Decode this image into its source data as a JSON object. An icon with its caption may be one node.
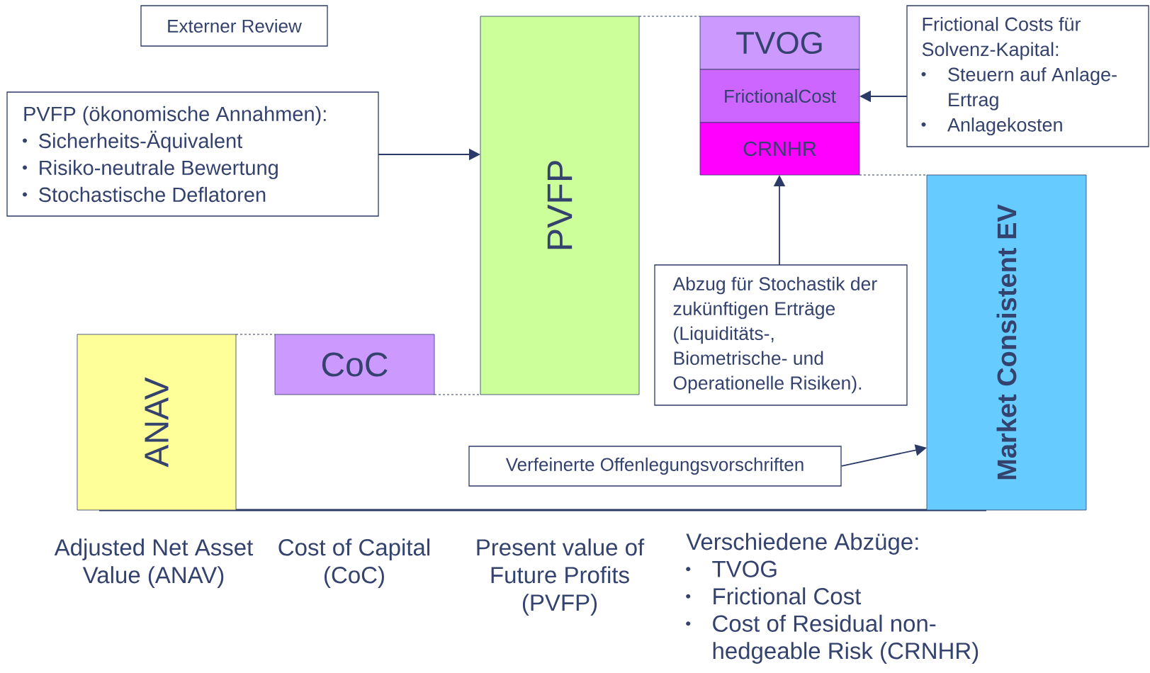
{
  "diagram": {
    "nodes": [
      {
        "text": [
          "Externer Review"
        ]
      },
      {
        "text": [
          "PVFP (ökonomische Annahmen):",
          "Sicherheits-Äquivalent",
          "Risiko-neutrale Bewertung",
          "Stochastische Deflatoren"
        ]
      },
      {
        "text": [
          "PVFP"
        ]
      },
      {
        "text": [
          "TVOG"
        ]
      },
      {
        "text": [
          "FrictionalCost"
        ]
      },
      {
        "text": [
          "CRNHR"
        ]
      },
      {
        "text": [
          "Frictional Costs für Solvenz-Kapital:",
          "Steuern auf Anlage- Ertrag",
          "Anlagekosten"
        ]
      },
      {
        "text": [
          "ANAV"
        ]
      },
      {
        "text": [
          "CoC"
        ]
      },
      {
        "text": [
          "Abzug für Stochastik der zukünftigen Erträge (Liquiditäts-, Biometrische- und Operationelle Risiken)."
        ]
      },
      {
        "text": [
          "Verfeinerte Offenlegungsvorschriften"
        ]
      },
      {
        "text": [
          "Market Consistent EV"
        ]
      }
    ],
    "edges": [
      {
        "from": 1,
        "to": 2,
        "arrow": "to"
      },
      {
        "from": 6,
        "to": 4,
        "arrow": "to"
      },
      {
        "from": 9,
        "to": 5,
        "arrow": "to"
      },
      {
        "from": 10,
        "to": 11,
        "arrow": "to"
      },
      {
        "from": 7,
        "to": 8,
        "arrow": "none",
        "style": "dashed"
      },
      {
        "from": 8,
        "to": 2,
        "arrow": "none",
        "style": "dashed"
      },
      {
        "from": 2,
        "to": 3,
        "arrow": "none",
        "style": "dashed"
      },
      {
        "from": 5,
        "to": 11,
        "arrow": "none",
        "style": "dashed"
      }
    ],
    "labels": [
      "Adjusted Net Asset Value (ANAV)",
      "Cost of Capital (CoC)",
      "Present value of Future Profits (PVFP)",
      "Verschiedene Abzüge:",
      "TVOG",
      "Frictional Cost",
      "Cost of Residual non- hedgeable Risk (CRNHR)"
    ]
  }
}
